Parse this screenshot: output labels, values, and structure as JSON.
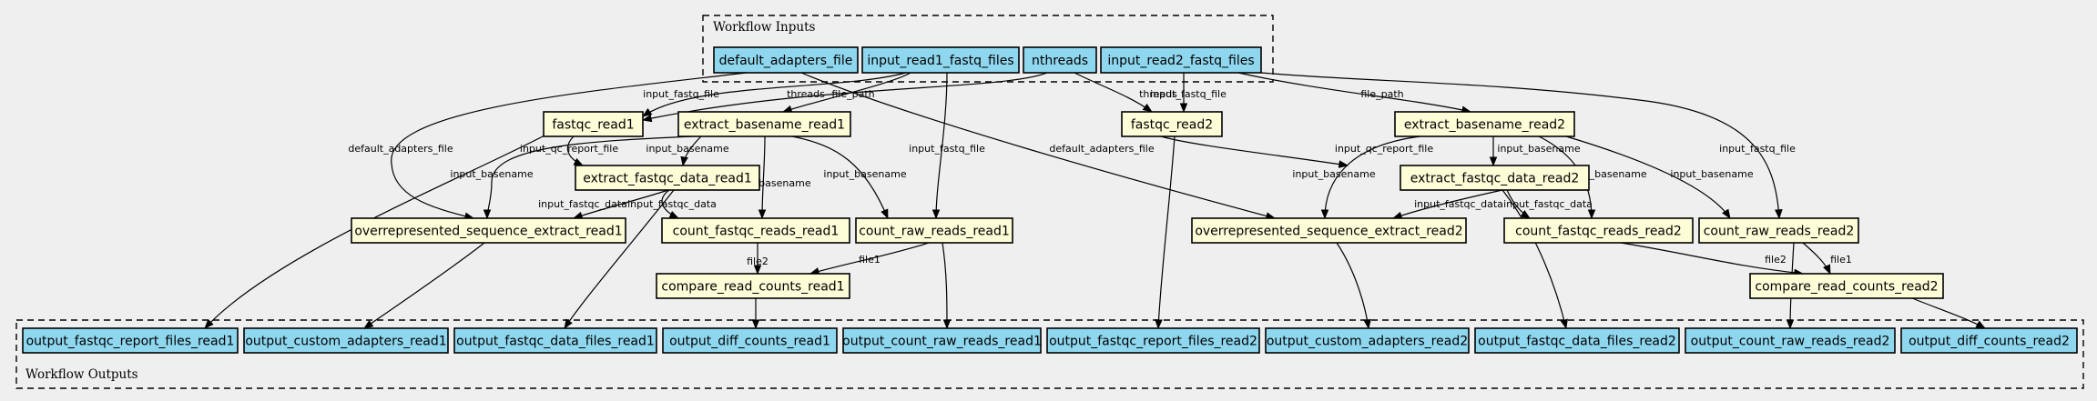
{
  "colors": {
    "io": "#8fd7ef",
    "task": "#fdfdd8",
    "background": "#efefef"
  },
  "clusters": {
    "inputs": "Workflow Inputs",
    "outputs": "Workflow Outputs"
  },
  "nodes": [
    {
      "id": "default_adapters_file",
      "label": "default_adapters_file",
      "kind": "io"
    },
    {
      "id": "input_read1_fastq_files",
      "label": "input_read1_fastq_files",
      "kind": "io"
    },
    {
      "id": "nthreads",
      "label": "nthreads",
      "kind": "io"
    },
    {
      "id": "input_read2_fastq_files",
      "label": "input_read2_fastq_files",
      "kind": "io"
    },
    {
      "id": "fastqc_read1",
      "label": "fastqc_read1",
      "kind": "task"
    },
    {
      "id": "extract_basename_read1",
      "label": "extract_basename_read1",
      "kind": "task"
    },
    {
      "id": "fastqc_read2",
      "label": "fastqc_read2",
      "kind": "task"
    },
    {
      "id": "extract_basename_read2",
      "label": "extract_basename_read2",
      "kind": "task"
    },
    {
      "id": "extract_fastqc_data_read1",
      "label": "extract_fastqc_data_read1",
      "kind": "task"
    },
    {
      "id": "extract_fastqc_data_read2",
      "label": "extract_fastqc_data_read2",
      "kind": "task"
    },
    {
      "id": "overrepresented_sequence_extract_read1",
      "label": "overrepresented_sequence_extract_read1",
      "kind": "task"
    },
    {
      "id": "count_fastqc_reads_read1",
      "label": "count_fastqc_reads_read1",
      "kind": "task"
    },
    {
      "id": "count_raw_reads_read1",
      "label": "count_raw_reads_read1",
      "kind": "task"
    },
    {
      "id": "overrepresented_sequence_extract_read2",
      "label": "overrepresented_sequence_extract_read2",
      "kind": "task"
    },
    {
      "id": "count_fastqc_reads_read2",
      "label": "count_fastqc_reads_read2",
      "kind": "task"
    },
    {
      "id": "count_raw_reads_read2",
      "label": "count_raw_reads_read2",
      "kind": "task"
    },
    {
      "id": "compare_read_counts_read1",
      "label": "compare_read_counts_read1",
      "kind": "task"
    },
    {
      "id": "compare_read_counts_read2",
      "label": "compare_read_counts_read2",
      "kind": "task"
    },
    {
      "id": "output_fastqc_report_files_read1",
      "label": "output_fastqc_report_files_read1",
      "kind": "io"
    },
    {
      "id": "output_custom_adapters_read1",
      "label": "output_custom_adapters_read1",
      "kind": "io"
    },
    {
      "id": "output_fastqc_data_files_read1",
      "label": "output_fastqc_data_files_read1",
      "kind": "io"
    },
    {
      "id": "output_diff_counts_read1",
      "label": "output_diff_counts_read1",
      "kind": "io"
    },
    {
      "id": "output_count_raw_reads_read1",
      "label": "output_count_raw_reads_read1",
      "kind": "io"
    },
    {
      "id": "output_fastqc_report_files_read2",
      "label": "output_fastqc_report_files_read2",
      "kind": "io"
    },
    {
      "id": "output_custom_adapters_read2",
      "label": "output_custom_adapters_read2",
      "kind": "io"
    },
    {
      "id": "output_fastqc_data_files_read2",
      "label": "output_fastqc_data_files_read2",
      "kind": "io"
    },
    {
      "id": "output_count_raw_reads_read2",
      "label": "output_count_raw_reads_read2",
      "kind": "io"
    },
    {
      "id": "output_diff_counts_read2",
      "label": "output_diff_counts_read2",
      "kind": "io"
    }
  ],
  "edges": [
    {
      "from": "input_read1_fastq_files",
      "to": "fastqc_read1",
      "label": "input_fastq_file"
    },
    {
      "from": "nthreads",
      "to": "fastqc_read1",
      "label": "threads"
    },
    {
      "from": "input_read1_fastq_files",
      "to": "extract_basename_read1",
      "label": "file_path"
    },
    {
      "from": "default_adapters_file",
      "to": "overrepresented_sequence_extract_read1",
      "label": "default_adapters_file"
    },
    {
      "from": "default_adapters_file",
      "to": "overrepresented_sequence_extract_read2",
      "label": "default_adapters_file"
    },
    {
      "from": "input_read1_fastq_files",
      "to": "count_raw_reads_read1",
      "label": "input_fastq_file"
    },
    {
      "from": "nthreads",
      "to": "fastqc_read2",
      "label": "threads"
    },
    {
      "from": "input_read2_fastq_files",
      "to": "fastqc_read2",
      "label": "input_fastq_file"
    },
    {
      "from": "input_read2_fastq_files",
      "to": "extract_basename_read2",
      "label": "file_path"
    },
    {
      "from": "input_read2_fastq_files",
      "to": "count_raw_reads_read2",
      "label": "input_fastq_file"
    },
    {
      "from": "fastqc_read1",
      "to": "extract_fastqc_data_read1",
      "label": "input_qc_report_file"
    },
    {
      "from": "fastqc_read1",
      "to": "output_fastqc_report_files_read1",
      "label": ""
    },
    {
      "from": "extract_basename_read1",
      "to": "extract_fastqc_data_read1",
      "label": "input_basename"
    },
    {
      "from": "extract_basename_read1",
      "to": "overrepresented_sequence_extract_read1",
      "label": "input_basename"
    },
    {
      "from": "extract_basename_read1",
      "to": "count_fastqc_reads_read1",
      "label": "input_basename"
    },
    {
      "from": "extract_basename_read1",
      "to": "count_raw_reads_read1",
      "label": "input_basename"
    },
    {
      "from": "extract_fastqc_data_read1",
      "to": "overrepresented_sequence_extract_read1",
      "label": "input_fastqc_data"
    },
    {
      "from": "extract_fastqc_data_read1",
      "to": "count_fastqc_reads_read1",
      "label": "input_fastqc_data"
    },
    {
      "from": "extract_fastqc_data_read1",
      "to": "output_fastqc_data_files_read1",
      "label": ""
    },
    {
      "from": "overrepresented_sequence_extract_read1",
      "to": "output_custom_adapters_read1",
      "label": ""
    },
    {
      "from": "count_fastqc_reads_read1",
      "to": "compare_read_counts_read1",
      "label": "file2"
    },
    {
      "from": "count_raw_reads_read1",
      "to": "compare_read_counts_read1",
      "label": "file1"
    },
    {
      "from": "count_raw_reads_read1",
      "to": "output_count_raw_reads_read1",
      "label": ""
    },
    {
      "from": "compare_read_counts_read1",
      "to": "output_diff_counts_read1",
      "label": ""
    },
    {
      "from": "fastqc_read2",
      "to": "extract_fastqc_data_read2",
      "label": "input_qc_report_file"
    },
    {
      "from": "fastqc_read2",
      "to": "output_fastqc_report_files_read2",
      "label": ""
    },
    {
      "from": "extract_basename_read2",
      "to": "overrepresented_sequence_extract_read2",
      "label": "input_basename"
    },
    {
      "from": "extract_basename_read2",
      "to": "extract_fastqc_data_read2",
      "label": "input_basename"
    },
    {
      "from": "extract_basename_read2",
      "to": "count_fastqc_reads_read2",
      "label": "input_basename"
    },
    {
      "from": "extract_basename_read2",
      "to": "count_raw_reads_read2",
      "label": "input_basename"
    },
    {
      "from": "extract_fastqc_data_read2",
      "to": "overrepresented_sequence_extract_read2",
      "label": "input_fastqc_data"
    },
    {
      "from": "extract_fastqc_data_read2",
      "to": "count_fastqc_reads_read2",
      "label": "input_fastqc_data"
    },
    {
      "from": "extract_fastqc_data_read2",
      "to": "output_fastqc_data_files_read2",
      "label": ""
    },
    {
      "from": "overrepresented_sequence_extract_read2",
      "to": "output_custom_adapters_read2",
      "label": ""
    },
    {
      "from": "count_fastqc_reads_read2",
      "to": "compare_read_counts_read2",
      "label": "file2"
    },
    {
      "from": "count_raw_reads_read2",
      "to": "compare_read_counts_read2",
      "label": "file1"
    },
    {
      "from": "count_raw_reads_read2",
      "to": "output_count_raw_reads_read2",
      "label": ""
    },
    {
      "from": "compare_read_counts_read2",
      "to": "output_diff_counts_read2",
      "label": ""
    }
  ]
}
